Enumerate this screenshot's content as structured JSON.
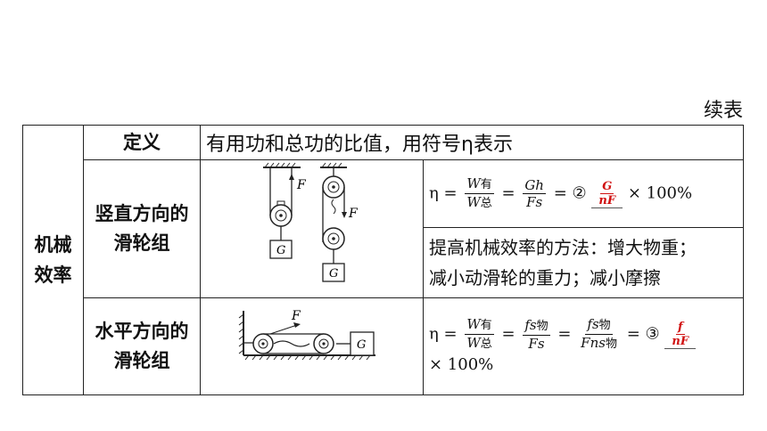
{
  "continued": "续表",
  "category": [
    "机械",
    "效率"
  ],
  "definition": {
    "label": "定义",
    "text": "有用功和总功的比值，用符号η表示"
  },
  "vertical": {
    "label": [
      "竖直方向的",
      "滑轮组"
    ],
    "formula": {
      "eta": "η =",
      "f1_num": "W",
      "f1_num_sub": "有",
      "f1_den": "W",
      "f1_den_sub": "总",
      "eq1": "=",
      "f2_num": "Gh",
      "f2_den": "Fs",
      "eq2": "=",
      "circle": "②",
      "answer_num": "G",
      "answer_den": "nF",
      "tail": "× 100%"
    },
    "method": [
      "提高机械效率的方法：增大物重；",
      "减小动滑轮的重力；减小摩擦"
    ],
    "diagram_labels": {
      "force": "F",
      "weight": "G"
    }
  },
  "horizontal": {
    "label": [
      "水平方向的",
      "滑轮组"
    ],
    "formula": {
      "eta": "η =",
      "f1_num": "W",
      "f1_num_sub": "有",
      "f1_den": "W",
      "f1_den_sub": "总",
      "eq1": "=",
      "f2_num": "fs",
      "f2_num_sub": "物",
      "f2_den": "Fs",
      "eq2": "=",
      "f3_num": "fs",
      "f3_num_sub": "物",
      "f3_den": "Fns",
      "f3_den_sub": "物",
      "eq3": "=",
      "circle": "③",
      "answer_num": "f",
      "answer_den": "nF",
      "tail": "× 100%"
    },
    "diagram_labels": {
      "force": "F",
      "weight": "G"
    }
  }
}
